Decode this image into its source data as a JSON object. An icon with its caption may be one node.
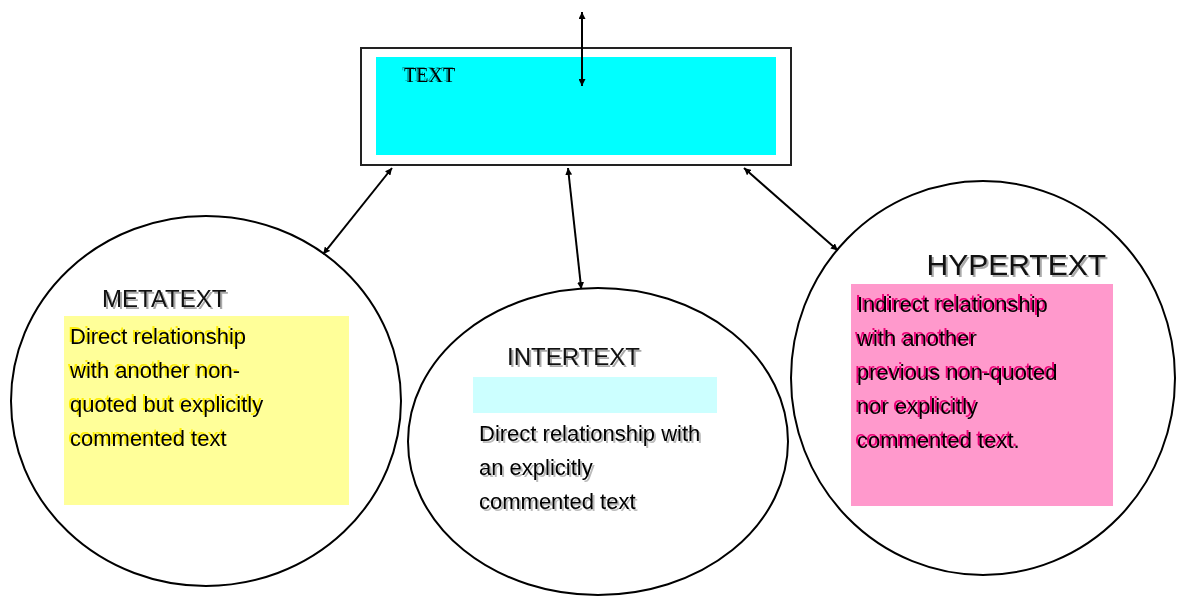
{
  "diagram": {
    "nodes": [
      {
        "text": [
          "TEXT"
        ]
      },
      {
        "text": [
          "METATEXT"
        ]
      },
      {
        "text": [
          "Direct relationship with another non-quoted but explicitly commented text"
        ],
        "in": 1
      },
      {
        "text": [
          "INTERTEXT",
          "Direct relationship with an explicitly commented text"
        ]
      },
      {
        "text": [],
        "shape": "bar",
        "in": 3
      },
      {
        "text": [
          "HYPERTEXT"
        ]
      },
      {
        "text": [
          "Indirect relationship with another previous non-quoted nor explicitly commented text."
        ],
        "in": 5
      }
    ],
    "edges": [
      {
        "from": null,
        "to": 0,
        "arrow": "both"
      },
      {
        "from": 0,
        "to": 1,
        "arrow": "both"
      },
      {
        "from": 0,
        "to": 3,
        "arrow": "both"
      },
      {
        "from": 0,
        "to": 5,
        "arrow": "both"
      }
    ]
  }
}
